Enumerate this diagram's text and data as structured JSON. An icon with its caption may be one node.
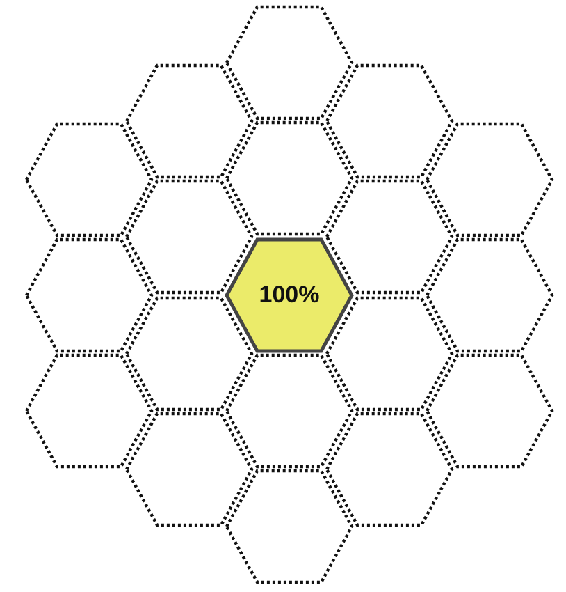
{
  "diagram": {
    "nodes": [
      {
        "text": [],
        "shape": "hexagon"
      },
      {
        "text": [],
        "shape": "hexagon"
      },
      {
        "text": [],
        "shape": "hexagon"
      },
      {
        "text": [],
        "shape": "hexagon"
      },
      {
        "text": [],
        "shape": "hexagon"
      },
      {
        "text": [],
        "shape": "hexagon"
      },
      {
        "text": [],
        "shape": "hexagon"
      },
      {
        "text": [],
        "shape": "hexagon"
      },
      {
        "text": [],
        "shape": "hexagon"
      },
      {
        "text": [
          "100%"
        ]
      },
      {
        "text": [],
        "shape": "hexagon"
      },
      {
        "text": [],
        "shape": "hexagon"
      },
      {
        "text": [],
        "shape": "hexagon"
      },
      {
        "text": [],
        "shape": "hexagon"
      },
      {
        "text": [],
        "shape": "hexagon"
      },
      {
        "text": [],
        "shape": "hexagon"
      },
      {
        "text": [],
        "shape": "hexagon"
      },
      {
        "text": [],
        "shape": "hexagon"
      },
      {
        "text": [],
        "shape": "hexagon"
      }
    ]
  }
}
